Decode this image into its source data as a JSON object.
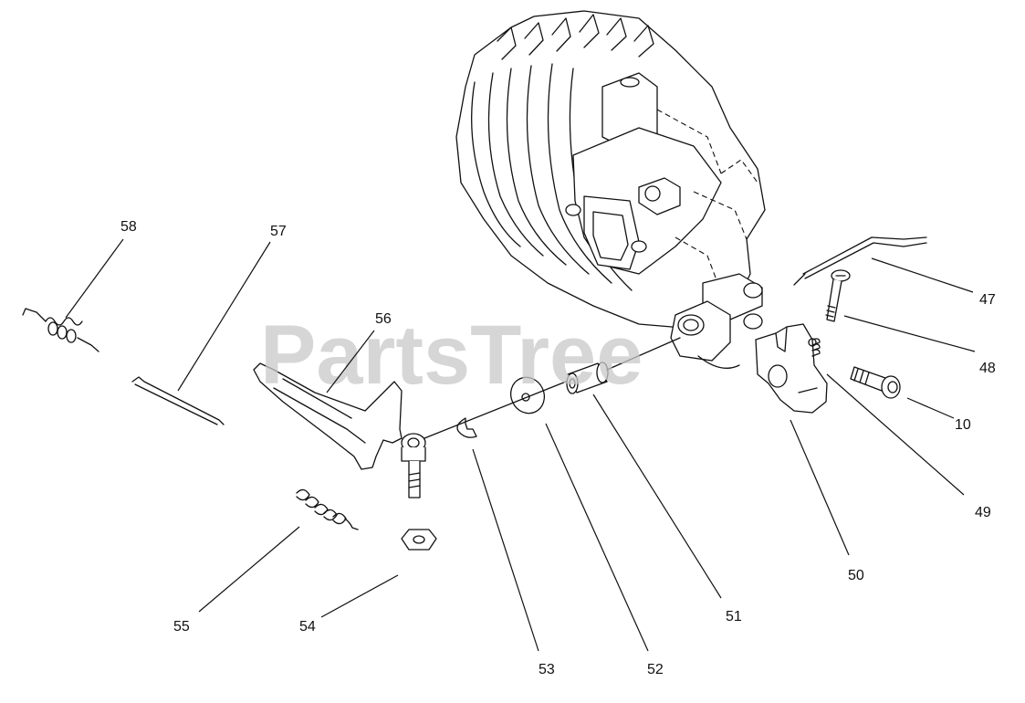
{
  "watermark": "PartsTree",
  "parts": [
    {
      "id": "58",
      "label": "58"
    },
    {
      "id": "57",
      "label": "57"
    },
    {
      "id": "56",
      "label": "56"
    },
    {
      "id": "55",
      "label": "55"
    },
    {
      "id": "54",
      "label": "54"
    },
    {
      "id": "53",
      "label": "53"
    },
    {
      "id": "52",
      "label": "52"
    },
    {
      "id": "51",
      "label": "51"
    },
    {
      "id": "50",
      "label": "50"
    },
    {
      "id": "49",
      "label": "49"
    },
    {
      "id": "10",
      "label": "10"
    },
    {
      "id": "48",
      "label": "48"
    },
    {
      "id": "47",
      "label": "47"
    }
  ]
}
